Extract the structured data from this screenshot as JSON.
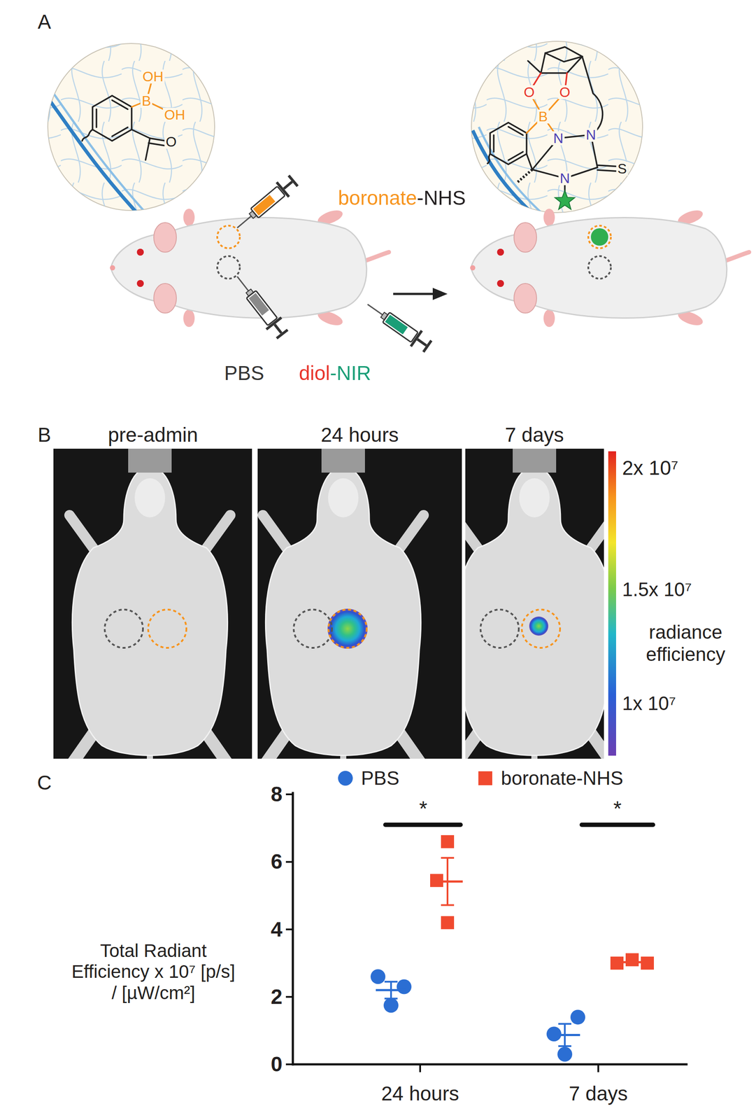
{
  "diagram": {
    "labels": [
      "A",
      "OH",
      "B",
      "OH",
      "O",
      "B",
      "O",
      "O",
      "N",
      "N",
      "N",
      "S",
      "boronate-NHS",
      "PBS",
      "diol-NIR",
      "B",
      "pre-admin",
      "24 hours",
      "7 days",
      "2x 10⁷",
      "1.5x 10⁷",
      "radiance efficiency",
      "1x 10⁷",
      "C",
      "*",
      "*",
      "8",
      "6",
      "4",
      "2",
      "0",
      "Total Radiant Efficiency x 10⁷ [p/s] / [µW/cm²]",
      "24 hours",
      "7 days"
    ],
    "legend": [
      {
        "text": "PBS"
      },
      {
        "text": "boronate-NHS"
      }
    ]
  }
}
